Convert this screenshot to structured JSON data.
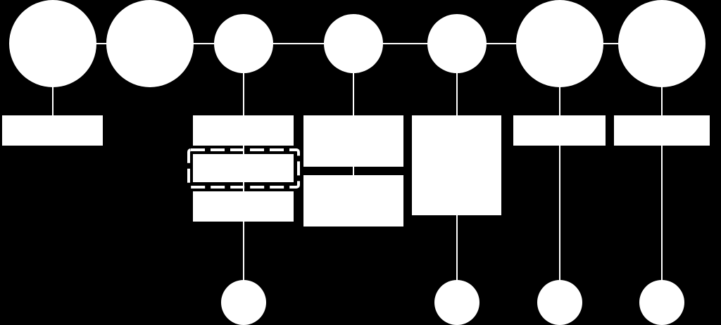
{
  "diagram": {
    "title": "",
    "colors": {
      "background": "#000000",
      "foreground": "#ffffff"
    },
    "top_nodes": [
      {
        "id": "top-node-1",
        "size": "large"
      },
      {
        "id": "top-node-2",
        "size": "large"
      },
      {
        "id": "top-node-3",
        "size": "medium"
      },
      {
        "id": "top-node-4",
        "size": "medium"
      },
      {
        "id": "top-node-5",
        "size": "medium"
      },
      {
        "id": "top-node-6",
        "size": "large"
      },
      {
        "id": "top-node-7",
        "size": "large"
      }
    ],
    "bottom_nodes": [
      {
        "id": "bottom-node-1",
        "attached_to": "top-node-3"
      },
      {
        "id": "bottom-node-2",
        "attached_to": "top-node-5"
      },
      {
        "id": "bottom-node-3",
        "attached_to": "top-node-6"
      },
      {
        "id": "bottom-node-4",
        "attached_to": "top-node-7"
      }
    ],
    "boxes": [
      {
        "id": "box-1",
        "column": "top-node-1"
      },
      {
        "id": "box-2",
        "column": "top-node-3"
      },
      {
        "id": "box-3",
        "column": "top-node-3",
        "highlighted": true
      },
      {
        "id": "box-4",
        "column": "top-node-3"
      },
      {
        "id": "box-5",
        "column": "top-node-4"
      },
      {
        "id": "box-6",
        "column": "top-node-4"
      },
      {
        "id": "box-7",
        "column": "top-node-5"
      },
      {
        "id": "box-8",
        "column": "top-node-6"
      },
      {
        "id": "box-9",
        "column": "top-node-7"
      }
    ]
  }
}
